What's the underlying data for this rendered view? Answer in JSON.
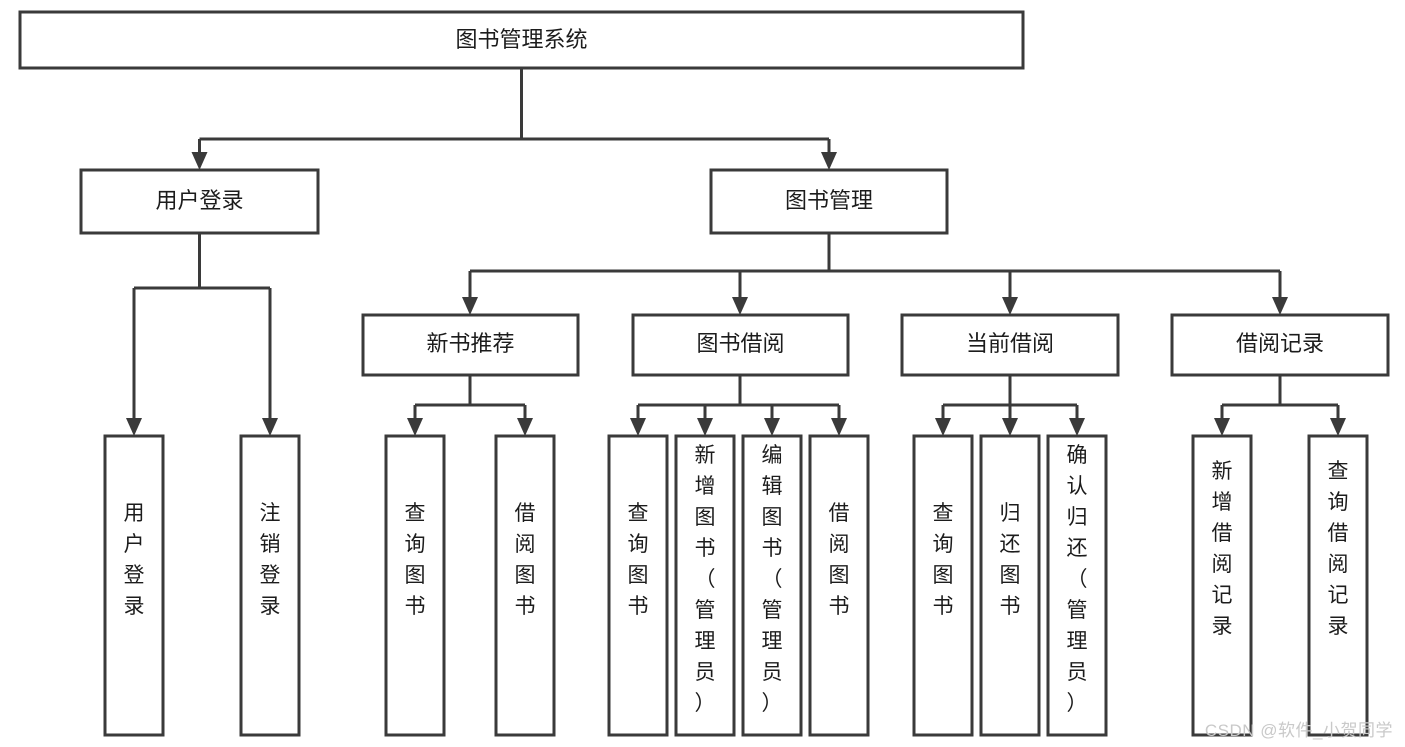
{
  "diagram": {
    "type": "tree-hierarchy-chart",
    "title": "图书管理系统",
    "watermark": "CSDN @软件_小贺同学",
    "colors": {
      "stroke": "#3a3a3a",
      "fill": "#ffffff",
      "text": "#1c1c1c",
      "watermark": "#c9c9c9"
    },
    "levels": [
      {
        "level": 1,
        "nodes": [
          {
            "id": "root",
            "label": "图书管理系统",
            "orientation": "horizontal"
          }
        ]
      },
      {
        "level": 2,
        "nodes": [
          {
            "id": "login",
            "label": "用户登录",
            "orientation": "horizontal",
            "parent": "root"
          },
          {
            "id": "bookmgmt",
            "label": "图书管理",
            "orientation": "horizontal",
            "parent": "root"
          }
        ]
      },
      {
        "level": 3,
        "nodes": [
          {
            "id": "newbook",
            "label": "新书推荐",
            "orientation": "horizontal",
            "parent": "bookmgmt"
          },
          {
            "id": "borrow",
            "label": "图书借阅",
            "orientation": "horizontal",
            "parent": "bookmgmt"
          },
          {
            "id": "current",
            "label": "当前借阅",
            "orientation": "horizontal",
            "parent": "bookmgmt"
          },
          {
            "id": "record",
            "label": "借阅记录",
            "orientation": "horizontal",
            "parent": "bookmgmt"
          }
        ]
      },
      {
        "level": 4,
        "nodes": [
          {
            "id": "leaf1",
            "label": "用户登录",
            "orientation": "vertical",
            "parent": "login"
          },
          {
            "id": "leaf2",
            "label": "注销登录",
            "orientation": "vertical",
            "parent": "login"
          },
          {
            "id": "leaf3",
            "label": "查询图书",
            "orientation": "vertical",
            "parent": "newbook"
          },
          {
            "id": "leaf4",
            "label": "借阅图书",
            "orientation": "vertical",
            "parent": "newbook"
          },
          {
            "id": "leaf5",
            "label": "查询图书",
            "orientation": "vertical",
            "parent": "borrow"
          },
          {
            "id": "leaf6",
            "label": "新增图书（管理员）",
            "orientation": "vertical",
            "parent": "borrow"
          },
          {
            "id": "leaf7",
            "label": "编辑图书（管理员）",
            "orientation": "vertical",
            "parent": "borrow"
          },
          {
            "id": "leaf8",
            "label": "借阅图书",
            "orientation": "vertical",
            "parent": "borrow"
          },
          {
            "id": "leaf9",
            "label": "查询图书",
            "orientation": "vertical",
            "parent": "current"
          },
          {
            "id": "leaf10",
            "label": "归还图书",
            "orientation": "vertical",
            "parent": "current"
          },
          {
            "id": "leaf11",
            "label": "确认归还（管理员）",
            "orientation": "vertical",
            "parent": "current"
          },
          {
            "id": "leaf12",
            "label": "新增借阅记录",
            "orientation": "vertical",
            "parent": "record"
          },
          {
            "id": "leaf13",
            "label": "查询借阅记录",
            "orientation": "vertical",
            "parent": "record"
          }
        ]
      }
    ]
  }
}
